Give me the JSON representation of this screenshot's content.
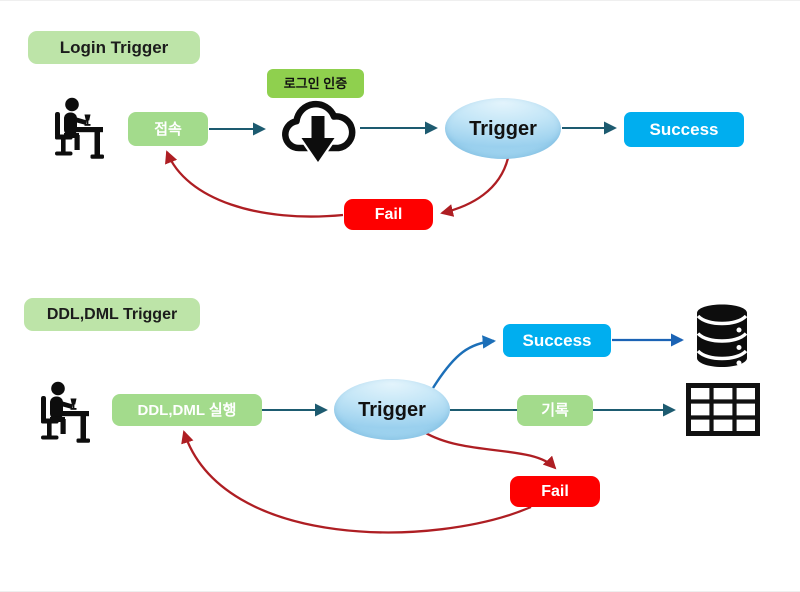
{
  "diagram1": {
    "title": "Login Trigger",
    "nodes": {
      "connect": "접속",
      "login_auth": "로그인 인증",
      "trigger": "Trigger",
      "success": "Success",
      "fail": "Fail"
    },
    "icons": {
      "actor": "person-at-desk-icon",
      "cloud": "cloud-download-icon"
    }
  },
  "diagram2": {
    "title": "DDL,DML Trigger",
    "nodes": {
      "execute": "DDL,DML 실행",
      "trigger": "Trigger",
      "success": "Success",
      "record": "기록",
      "fail": "Fail"
    },
    "icons": {
      "actor": "person-at-desk-icon",
      "database": "database-icon",
      "table": "table-grid-icon"
    }
  },
  "colors": {
    "title_green": "#bde4a8",
    "node_green": "#a3db8c",
    "bright_green": "#8fd04e",
    "node_blue": "#00aeef",
    "node_red": "#fe0000",
    "arrow_teal": "#1d5b70",
    "arrow_blue": "#1b63b5",
    "curve_blue": "#1c6fb8",
    "curve_red": "#ae1e23",
    "icon_black": "#0d0d0d",
    "ellipse_blue": "#9ad0ee"
  }
}
